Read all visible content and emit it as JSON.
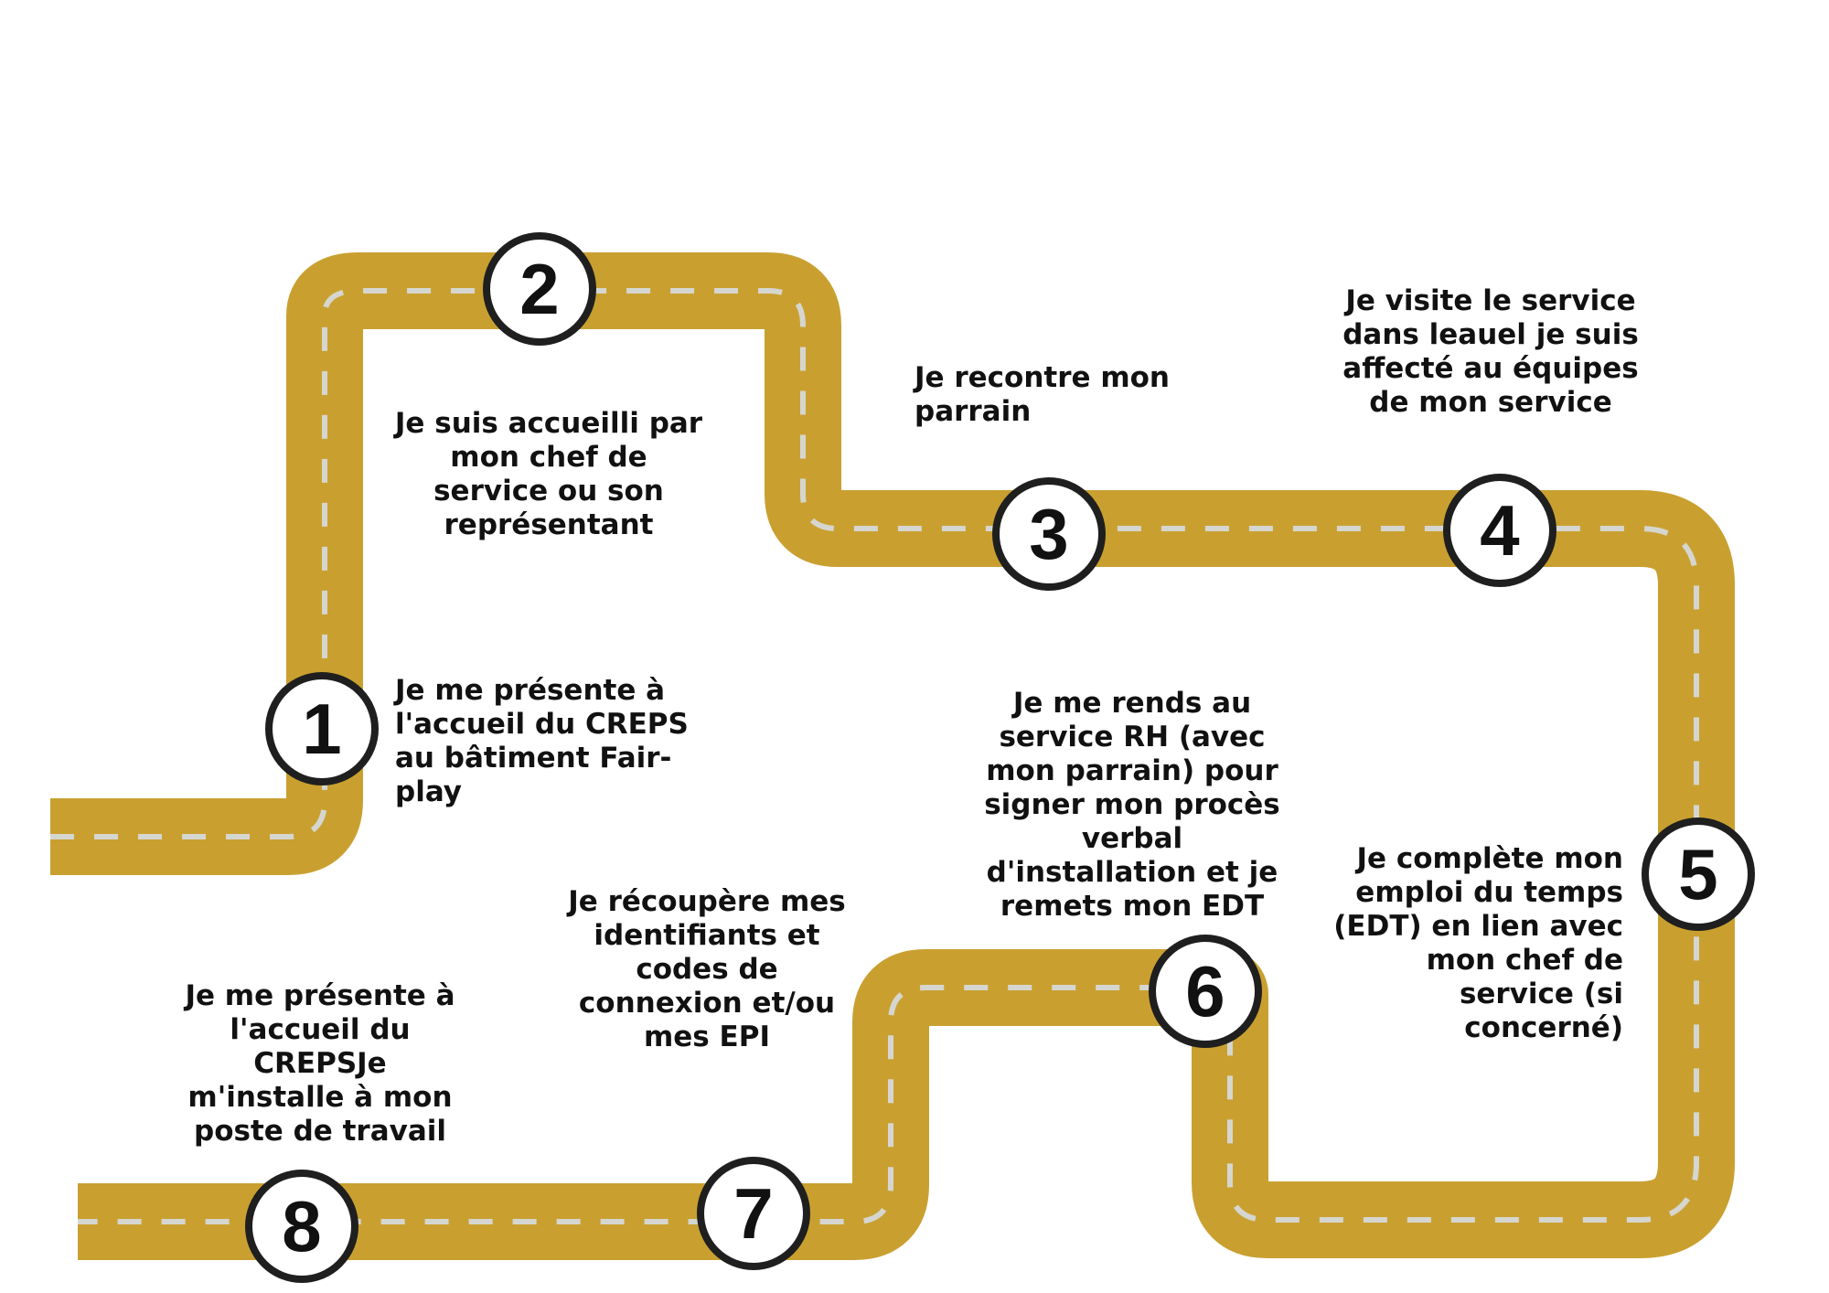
{
  "colors": {
    "road": "#c9a030",
    "dash": "#d6d6d0",
    "marker_border": "#1f1f1f",
    "text": "#111111"
  },
  "steps": [
    {
      "number": "1",
      "label": "Je me présente à\nl'accueil du CREPS\nau bâtiment Fair-\nplay"
    },
    {
      "number": "2",
      "label": "Je suis accueilli par\nmon chef de\nservice ou son\nreprésentant"
    },
    {
      "number": "3",
      "label": "Je recontre mon\nparrain"
    },
    {
      "number": "4",
      "label": "Je visite le service\ndans leauel je suis\naffecté au équipes\nde mon service"
    },
    {
      "number": "5",
      "label": "Je complète mon\nemploi du temps\n(EDT) en lien avec\nmon chef de\nservice (si\nconcerné)"
    },
    {
      "number": "6",
      "label": "Je me rends au\nservice RH (avec\nmon parrain) pour\nsigner mon procès\nverbal\nd'installation et je\nremets mon EDT"
    },
    {
      "number": "7",
      "label": "Je récoupère mes\nidentifiants et\ncodes de\nconnexion et/ou\nmes EPI"
    },
    {
      "number": "8",
      "label": "Je me présente à\nl'accueil du\nCREPSJe\nm'installe à mon\nposte de travail"
    }
  ]
}
